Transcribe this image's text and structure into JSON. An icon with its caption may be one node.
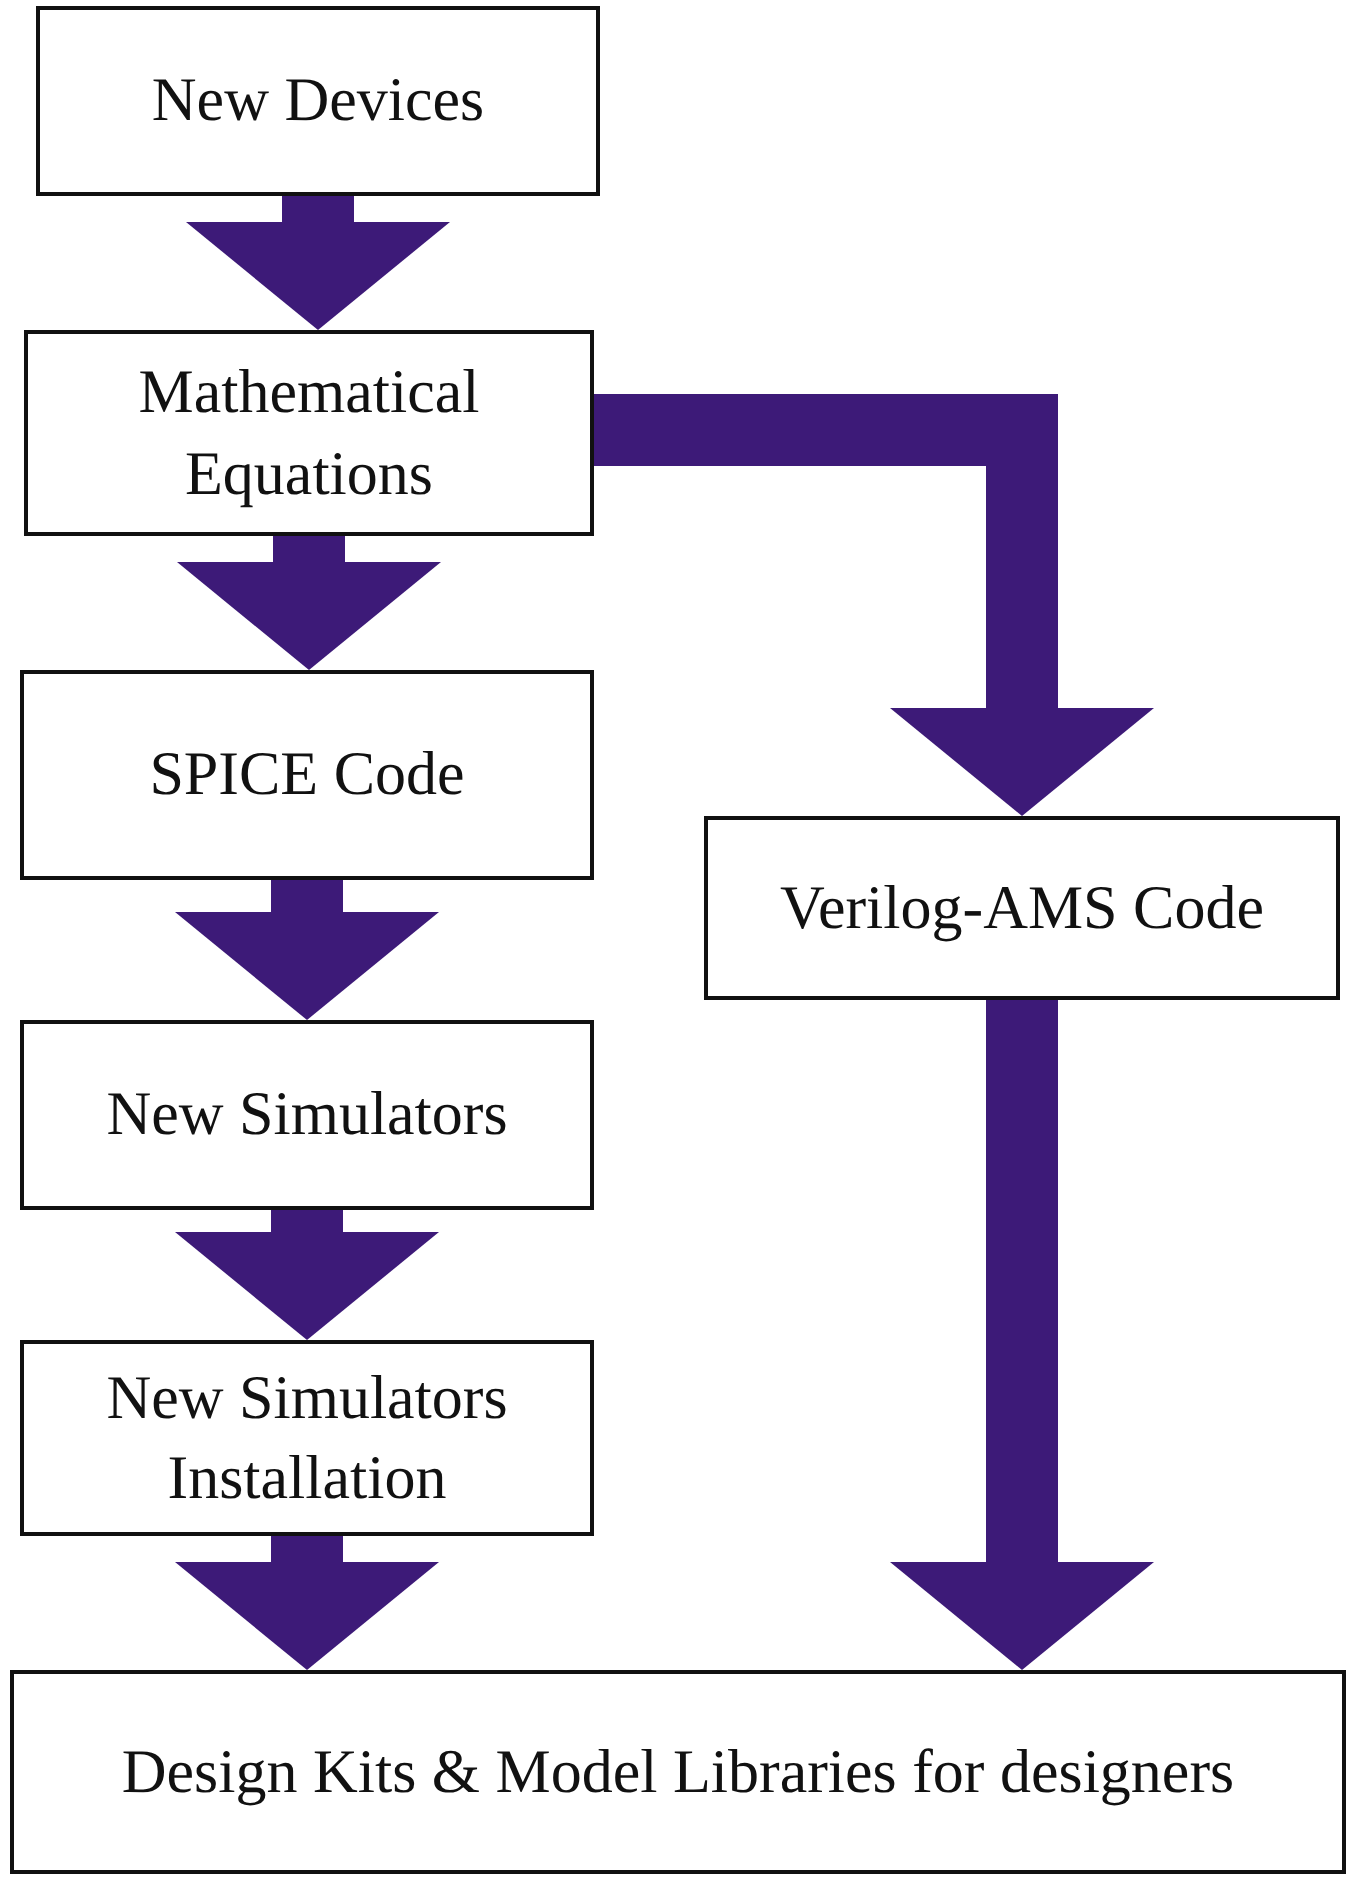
{
  "diagram": {
    "nodes": [
      {
        "text": [
          "New Devices"
        ]
      },
      {
        "text": [
          "Mathematical Equations"
        ]
      },
      {
        "text": [
          "SPICE Code"
        ]
      },
      {
        "text": [
          "Verilog-AMS Code"
        ]
      },
      {
        "text": [
          "New Simulators"
        ]
      },
      {
        "text": [
          "New Simulators Installation"
        ]
      },
      {
        "text": [
          "Design Kits & Model Libraries for designers"
        ]
      }
    ],
    "edges": [
      {
        "from": 0,
        "to": 1,
        "arrow": "to"
      },
      {
        "from": 1,
        "to": 2,
        "arrow": "to"
      },
      {
        "from": 1,
        "to": 3,
        "arrow": "to"
      },
      {
        "from": 2,
        "to": 4,
        "arrow": "to"
      },
      {
        "from": 4,
        "to": 5,
        "arrow": "to"
      },
      {
        "from": 5,
        "to": 6,
        "arrow": "to"
      },
      {
        "from": 3,
        "to": 6,
        "arrow": "to"
      }
    ]
  }
}
